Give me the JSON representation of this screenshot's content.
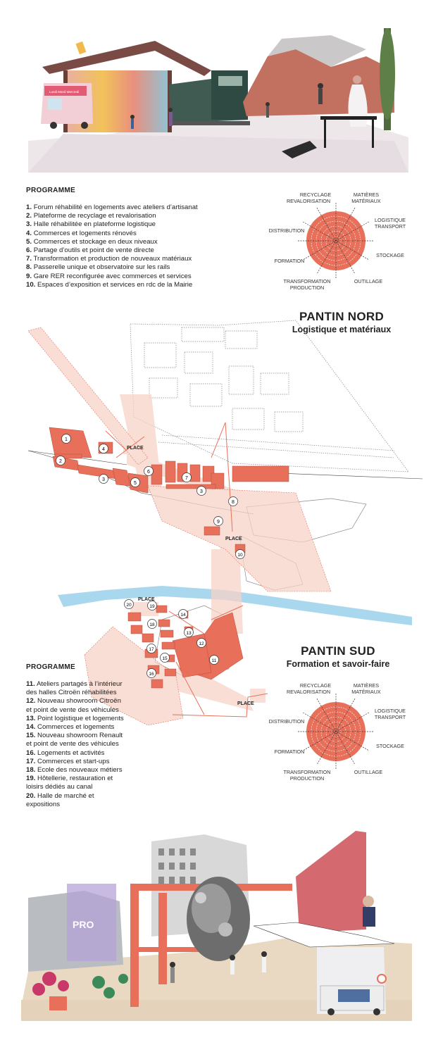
{
  "north": {
    "programme_title": "PROGRAMME",
    "title": "PANTIN NORD",
    "subtitle": "Logistique et matériaux",
    "items": [
      {
        "num": "1.",
        "text": "Forum réhabilité en logements avec ateliers d’artisanat"
      },
      {
        "num": "2.",
        "text": "Plateforme de recyclage et revalorisation"
      },
      {
        "num": "3.",
        "text": "Halle réhabilitée en plateforme logistique"
      },
      {
        "num": "4.",
        "text": "Commerces et logements rénovés"
      },
      {
        "num": "5.",
        "text": "Commerces et stockage en deux niveaux"
      },
      {
        "num": "6.",
        "text": "Partage d’outils et point de vente directe"
      },
      {
        "num": "7.",
        "text": "Transformation et production de nouveaux matériaux"
      },
      {
        "num": "8.",
        "text": "Passerelle unique et observatoire sur les rails"
      },
      {
        "num": "9.",
        "text": "Gare RER reconfigurée avec commerces et services"
      },
      {
        "num": "10.",
        "text": "Espaces d’exposition et services en rdc de la Mairie"
      }
    ]
  },
  "south": {
    "programme_title": "PROGRAMME",
    "title": "PANTIN SUD",
    "subtitle": "Formation et savoir-faire",
    "items": [
      {
        "num": "11.",
        "text": "Ateliers partagés à l’intérieur des halles Citroën réhabilitées"
      },
      {
        "num": "12.",
        "text": "Nouveau showroom Citroën et point de vente des véhicules"
      },
      {
        "num": "13.",
        "text": "Point logistique et logements"
      },
      {
        "num": "14.",
        "text": "Commerces et logements"
      },
      {
        "num": "15.",
        "text": "Nouveau showroom Renault et point de vente des véhicules"
      },
      {
        "num": "16.",
        "text": "Logements et activités"
      },
      {
        "num": "17.",
        "text": "Commerces et start-ups"
      },
      {
        "num": "18.",
        "text": "Ecole des nouveaux métiers"
      },
      {
        "num": "19.",
        "text": "Hôtellerie, restauration et loisirs dédiés au canal"
      },
      {
        "num": "20.",
        "text": " Halle de marché et expositions"
      }
    ]
  },
  "radar_labels": {
    "recyclage": "RECYCLAGE",
    "revalorisation": "REVALORISATION",
    "matieres": "MATIÈRES",
    "materiaux": "MATÉRIAUX",
    "logistique": "LOGISTIQUE",
    "transport": "TRANSPORT",
    "stockage": "STOCKAGE",
    "outillage": "OUTILLAGE",
    "transformation": "TRANSFORMATION",
    "production": "PRODUCTION",
    "formation": "FORMATION",
    "distribution": "DISTRIBUTION"
  },
  "map": {
    "place_label": "PLACE",
    "markers": [
      "1",
      "2",
      "3",
      "3",
      "4",
      "5",
      "6",
      "7",
      "8",
      "9",
      "10",
      "11",
      "12",
      "13",
      "14",
      "15",
      "16",
      "17",
      "18",
      "19",
      "20"
    ]
  },
  "illustrations": {
    "truck_sign": "Lundi Mardi Mercredi",
    "banner_text": "PRO"
  },
  "colors": {
    "accent": "#e8705a",
    "accent_light": "#f8d3c8",
    "canal": "#a9d8ee"
  }
}
